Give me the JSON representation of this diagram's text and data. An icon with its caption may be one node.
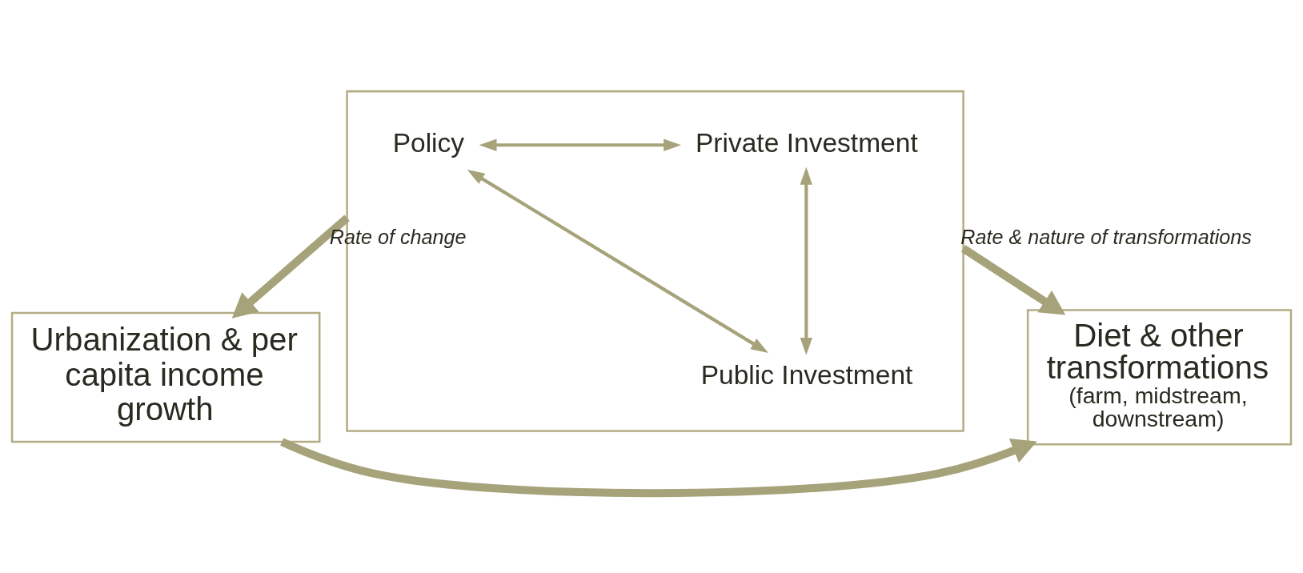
{
  "diagram": {
    "nodes": [
      {
        "text": [
          "Urbanization & per capita income growth"
        ]
      },
      {
        "text": [
          "Diet & other transformations",
          "(farm, midstream, downstream)"
        ]
      },
      {
        "text": [],
        "shape": "box"
      },
      {
        "text": [
          "Policy"
        ],
        "in": 2
      },
      {
        "text": [
          "Private Investment"
        ],
        "in": 2
      },
      {
        "text": [
          "Public Investment"
        ],
        "in": 2
      }
    ],
    "edges": [
      {
        "from": 0,
        "to": 1,
        "arrow": "to",
        "style": "thick"
      },
      {
        "from": 2,
        "to": 0,
        "arrow": "to",
        "style": "thick",
        "label": "Rate of change"
      },
      {
        "from": 2,
        "to": 1,
        "arrow": "to",
        "style": "thick",
        "label": "Rate & nature of transformations"
      },
      {
        "from": 3,
        "to": 4,
        "arrow": "both"
      },
      {
        "from": 3,
        "to": 5,
        "arrow": "both"
      },
      {
        "from": 5,
        "to": 4,
        "arrow": "both"
      }
    ]
  }
}
